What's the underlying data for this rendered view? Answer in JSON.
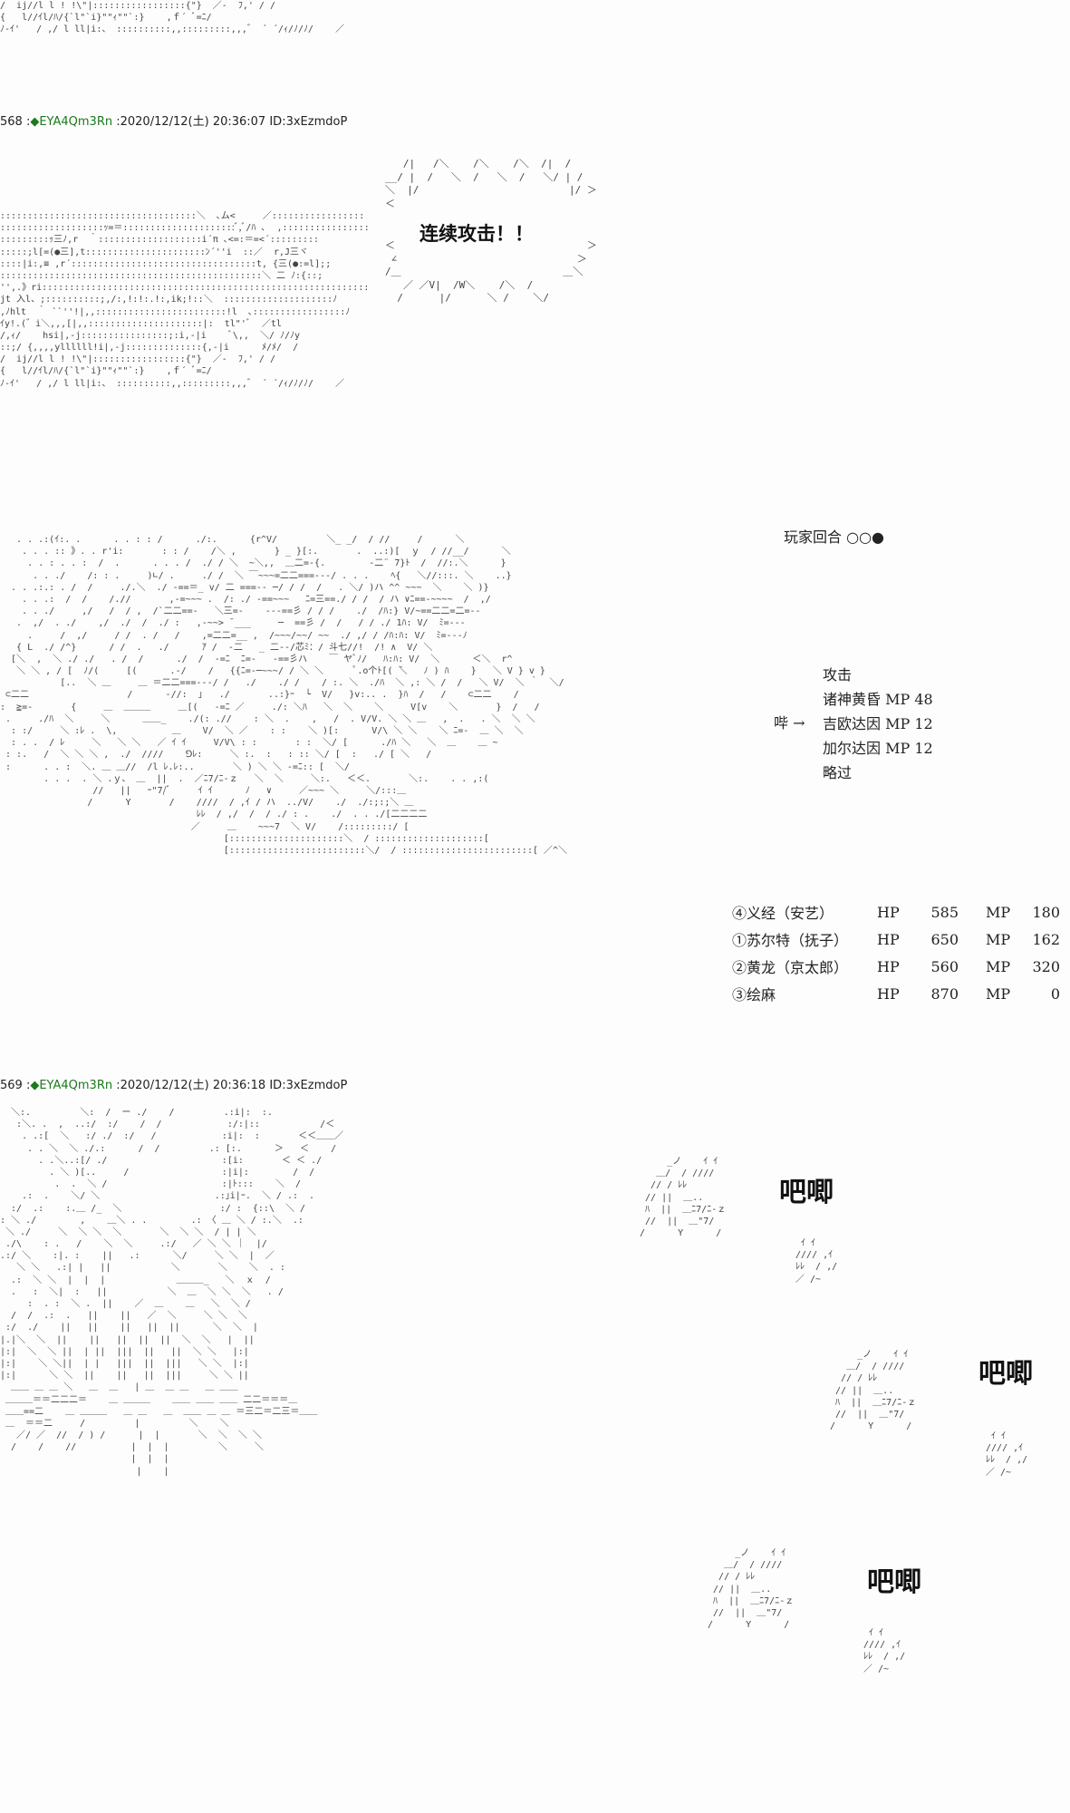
{
  "posts": [
    {
      "number": "568",
      "trip": "◆EYA4Qm3Rn",
      "date": "2020/12/12(土) 20:36:07",
      "id": "ID:3xEzmdoP"
    },
    {
      "number": "569",
      "trip": "◆EYA4Qm3Rn",
      "date": "2020/12/12(土) 20:36:18",
      "id": "ID:3xEzmdoP"
    }
  ],
  "speech_bubble": {
    "text": "连续攻击！！"
  },
  "battle_ui": {
    "turn_label": "玩家回合 ○○●",
    "command_title": "攻击",
    "cursor_label": "哔 →",
    "skills": [
      "诸神黄昏 MP 48",
      "吉欧达因 MP 12",
      "加尔达因 MP 12",
      "略过"
    ],
    "party": [
      {
        "name": "④义经（安艺）",
        "hp_label": "HP",
        "hp": "585",
        "mp_label": "MP",
        "mp": "180"
      },
      {
        "name": "①苏尔特（抚子）",
        "hp_label": "HP",
        "hp": "650",
        "mp_label": "MP",
        "mp": "162"
      },
      {
        "name": "②黄龙（京太郎）",
        "hp_label": "HP",
        "hp": "560",
        "mp_label": "MP",
        "mp": "320"
      },
      {
        "name": "③绘麻",
        "hp_label": "HP",
        "hp": "870",
        "mp_label": "MP",
        "mp": "0"
      }
    ]
  },
  "sound_effects": [
    "吧唧",
    "吧唧",
    "吧唧"
  ],
  "ascii_art": {
    "top_fragment": "/  ij//l l ! !\\\"|:::::::::::::::::{\"}  ／-  ﾌ,' / /\n{   l//ｲl/ﾊ/{`l\"`i}\"\"ｨ\"\"`:}    ,ｆ´ ﾞ=ﾆ/\nﾉ-ｲ'   / ,/ l ll|i:、 ::::::::::,,:::::::::,,,゛ ´ ´/ｨ/ﾉ/ﾉ/    ／",
    "portrait": "::::::::::::::::::::::::::::::::::::＼  ､ム<     ／:::::::::::::::::\n:::::::::::::::::::ｯ=＝:::::::::::::::::::::ﾞ,ﾞ/ﾊ ､  ,::::::::::::::::\n:::::::::ｯ三ﾉ,r  ｀:::::::::::::::::::i´π ､<=:＝=<´:::::::::\n:::::;l[=(●三],t::::::::::::::::::::::ﾝ´''i  ::／  r,J三ヾ\n::::|i:,≡ ,r´::::::::::::::::::::::::::::::::::t, {三(●:=l];;\n::::::::::::::::::::::::::::::::::::::::::::::::＼ 二 ﾉ:{::;\n'',.》ri::::::::::::::::::::::::::::::::::::::::::::::::::::::::::::\njt 入l、;::::::::::;,/:,!:!:.!:,ik;!::＼  ::::::::::::::::::::ﾉ\n,ﾉhlt  ｀ ``''!|,,::::::::::::::::::::::::!l  ､:::::::::::::::::ﾉ\nｲy!.(゛i＼,,,[|,,:::::::::::::::::::::|:  tl\"'ﾞ  ／tl\n/,ｨ/    hsi|,-j::::::::::::::::;:i,-|i    ﾞ\\,,  ＼/ ﾉ/ﾉy\n::;/ {,,,,yllllll!i|,-j::::::::::::::{,-|i      ﾒ/ﾒ/  /\n/  ij//l l ! !\\\"|:::::::::::::::::{\"}  ／-  ﾌ,' / /\n{   l//ｲl/ﾊ/{`l\"`i}\"\"ｨ\"\"`:}    ,ｆ´ ﾞ=ﾆ/\nﾉ-ｲ'   / ,/ l ll|i:、 ::::::::::,,:::::::::,,,゛ ´ ´/ｨ/ﾉ/ﾉ/    ／",
    "bubble_frame_top": "   /|   /＼    /＼    /＼  /|  /\n__/ |  /   ＼  /   ＼  /   ＼/ | /\n＼  |/                         |/ ＞\n＜",
    "bubble_frame_bottom": "＜                                ＞\n ∠                              ＞\n/＿                           ＿＼\n   ／ ／V|  /W＼    /＼  /\n  /      |/      ＼ /    ＼/",
    "dragon": "   . . .:(ｲ:. .      . . : : /      ./:.      {r^V/         ＼_ _/  / //     /      ＼\n    . . . :: 》. . r'i:       : : /    /＼ ,       } _ }[:.       .  ..:)[  ｙ  / //__/      ＼\n     . . : . . :  /  .      . . . /  ./ / ＼  ~＼,,  ＿二=-{.        -二¨ 7}ﾄ  /  //:.＼      }\n      . . ./    /: : .     )∟/ .     ./ /  ＼ ￣~~~=二二===-‐‐/ . . .    ﾍ{   ＼//:::. ＼    ..}\n  . . .:.: . /  /     ./.＼  ./ -==＝_ v/ 二 ===-- ─/ / /  /   . ＼/ )ハ ^^ ~~~  ＼    ＼ )}\n    . . .:  /  /    /.//       ,-=~~~ .  /: ./ -==~~~   ﾆ=三==./ / /  / ハ ∨ﾆ==-~~~~  /  ,/\n    . . ./     ,/   /  / ,  /`二二==-   ＼三=-    ‐‐‐==彡 / / /    ./  /ﾊ:} V/~==二二=二=-‐\n   .  ,/  . ./    ,/  ./  /  ./ :   ,-~~> ̄ ___     ─  ==彡 /  /   / / ./ 1ﾊ: V/  ﾐ=-‐-\n     .     /  ,/     / /  . /   /    ,=二二=__ ,  /~~~/~~/ ~~  ./ ,/ / /ﾊ:ﾊ: V/  ﾐ=-‐-ﾉ\n   { L  ./ /^}      / /  .   ./      ｱ /  ‐二   _ 二-‐/芯ﾐ：/ 斗七//!  /! ∧  V/ ＼\n  [＼  ,  ＼ ./ ./   . /  /      ./  /  -=ﾆ  ﾆ=-   ‐==彡ハ    ￣ ヤﾞﾉ/   ﾊ:ﾊ: V/  ＼      ＜＼  r^\n   ＼ ＼ , / [  ﾉ/(     [(      .‐/    /   {{ﾆ=-─~~~/ / ＼ ＼      ﾟ.o个ﾄ[( ̄＼   ﾉ ) ﾊ    }   ＼ V } v }\n           [..  ＼ ＿     ＿ ＝二二===‐‐‐/ /   ./    ./ /    / :. ＼  ./ﾊ  ＼ ,: ＼ /  /   ＼ V/  ＼ ｀  ＼/\n ⊂二二                  /      -//:  ｣   ./       ..:}ｰ  └  V/   }v:.. .  }ﾊ  /   /    ⊂二二    /\n:  ≧=-       {     ＿  ＿＿＿     ＿[(   -=ﾆ ／     ./: ＼ﾊ   ＼  ＼    ＼     V[v    ＼       }  /   /\n .     ./ﾊ  ＼     ＼      ＿＿_    ./(: .//    : ＼  .    ,   /  . V/V. ＼ ＼ ＿   ,  .   . ＼  ＼ ＼\n  : :/     ＼ :ﾚ .  \\,          ＿    V/  ＼ ／    : :    ＼ )[:      V/\\ ＼ ＼    ＼ ﾆ=-  ＿ ＼  ＼\n  : . .  / ﾚ     ＼   ＼ ＼   ／ ｲ ｲ     V/V\\ : :       : :  ＼/ [      ./ﾊ ＼   ＼  ＿    ＿ ~\n : :.   /  ＼ ＼ ＼ ,  ./  ////    ⅁ﾚ:     ＼ :.  :   : :: ＼/ [  :   ./ [ ＼   /\n :      . . :  ＼. ＿ ＿//  /l ﾚ.ﾚ:..       ＼ ) ＼ ＼ -=ﾆ:: [  ＼/\n        . . .  . ＼ .ｙ、 ＿  ||  .  ／ﾆ7/ﾆ-ｚ   ＼  ＼     ＼:.   ＜＜.       ＼:.    . . ,:(\n                 //   ||   ｰ\"7/ﾞ     ｲ ｲ      ﾉ   ∨     ／~~~ ＼     ＼/:::＿\n                /      Y       /    ////  / ,ｲ / ハ  ../V/    ./  ./:;:;＼ ＿\n                                    ﾚﾚ  / ,/  /  / ./ : .    ./  . . ./[二二二二\n                                   ／     ＿    ~~~7  ＼ V/    /:::::::::/ [\n                                         [:::::::::::::::::::::＼  / ::::::::::::::::::::[\n                                         [:::::::::::::::::::::::::＼/  / ::::::::::::::::::::::::[ ／^＼",
    "warriors": "  ＼:.         ＼:  /  ー ./    /         .:i|:  :.\n   :＼. .  ,  ..:/  :/    /  /            :/:|::           /＜\n    . .:[  ＼   :/ ./  :/   /            :i|:  :       ＜＜＿＿／\n     . . ＼  ＼ ./.:      /  /         .: [:.      ＞   ＜    /\n       . .＼..:[/ ./                     :[i:       ＜ ＜ ./\n         . ＼ )[..     /                 :|i|:        /  /\n          .  .  ＼ /                     :|ﾄ:::    ＼  /\n    .:  .    ＼/ ＼                     .:｣i|ｰ.  ＼ / .:  .\n  :/  .:    :.＿ /_  ＼                  :/ :  {::\\  ＼ /\n: ＼ ./        ,    ＿＼ . .        .: 〈 ＿ ＼ / :.＼  .:\n ＼ ./     ＼  ＼ ＼  ＼       ＼  ＼ ＼  / | | ＼\n ./\\    : .   /    ＼  ＼     .:/   ／ ＼ ＼ ｜  |/\n.:/ ＼    :|. :    ||   .:      ＼/     ＼ ＼  |  ／\n   ＼ ＼   .:| |   ||           ＼       ＼    ＼  . :\n  .:  ＼ ＼  |  |  |             ＿＿＿_   ＼  ｘ  /\n  .   :  ＼|  :   ||           ＼  ＿  ＼ ＼  ＼   . /\n     :  . :  ＼ .  ||    ／  ＿    ＿   ＼  ＼ /\n  /  /  .:  .   ||    ||   ／  ＼     ＼ ＼  ＼\n :/  ./    ||   ||    ||   ||  ||      ＼  ＼  |\n|.|＼  ＼  ||    ||   ||  ||  ||  ＼  ＼   |  ||\n|:|  ＼  ＼ ||  | ||  |||  ||   ||  ＼ ＼   |:|\n|:|    ＼ ＼||  | |   |||  ||  |||   ＼ ＼  |:|\n|:|      ＼ ＼  ||    ||   ||  |||     ＼ ＼ ||\n  ＿＿ ＿ ＿ ＼   ＿  ＿   | ＿  ＿ ＿   ＿ ＿＿\n ＿＿＿＝＝二二二＝    ＿ ＿＿＿    ＿＿ ＿＿ ＿＿ 二二＝＝＝＿\n ＿＿==二    ＿ ＿＿＿   ＿ ＿   ＿  ＿＿ ＿ ＿ ＝三二＝二三＝＿＿\n ＿  ＝＝二     /         |         ＼    ＼\n   ／/ ／  //  / ) /      |  |       ＼  ＼  ＼ ＼\n  /    /    //          |  |  |         ＼     ＼\n                        |  |  |\n                         |    |",
    "claw": "      _ノ    ｲ ｲ\n    ＿/  / ////\n   // / ﾚﾚ\n  // ||  ＿..\n  ﾊ  ||  ＿ﾆ7/ﾆ-ｚ\n  //  ||  ＿\"7/\n /      Y      /\n",
    "claw_tail": "  ｲ ｲ\n //// ,ｲ\n ﾚﾚ  / ,/\n ／ /~"
  }
}
